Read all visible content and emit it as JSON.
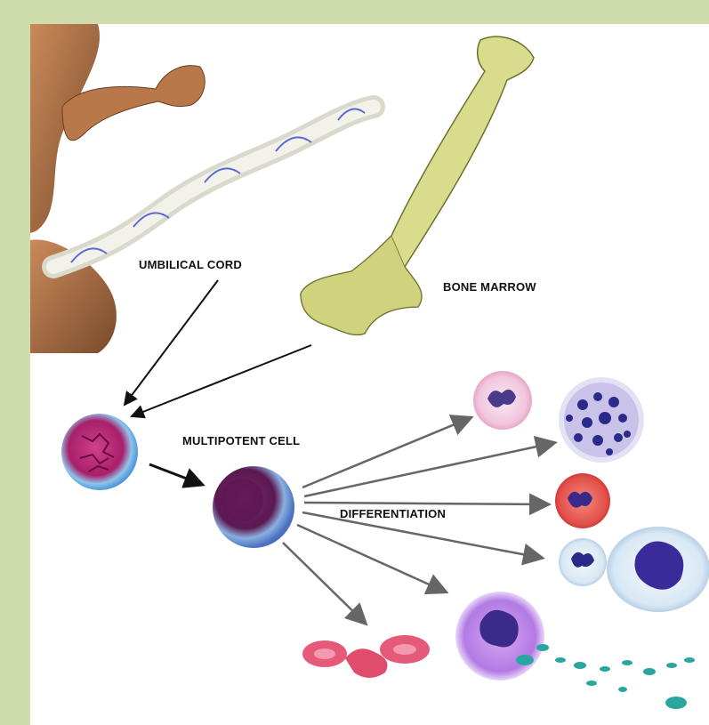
{
  "labels": {
    "umbilical_cord": "UMBILICAL CORD",
    "bone_marrow": "BONE MARROW",
    "multipotent_cell": "MULTIPOTENT CELL",
    "differentiation": "DIFFERENTIATION"
  },
  "colors": {
    "background_frame": "#cfdcab",
    "panel": "#ffffff",
    "bone": "#d9dc8c",
    "bone_outline": "#6f7030",
    "arrow": "#666666",
    "arrow_dark": "#111111",
    "cord": "#e2e2d8",
    "skin": "#b87a4f"
  }
}
